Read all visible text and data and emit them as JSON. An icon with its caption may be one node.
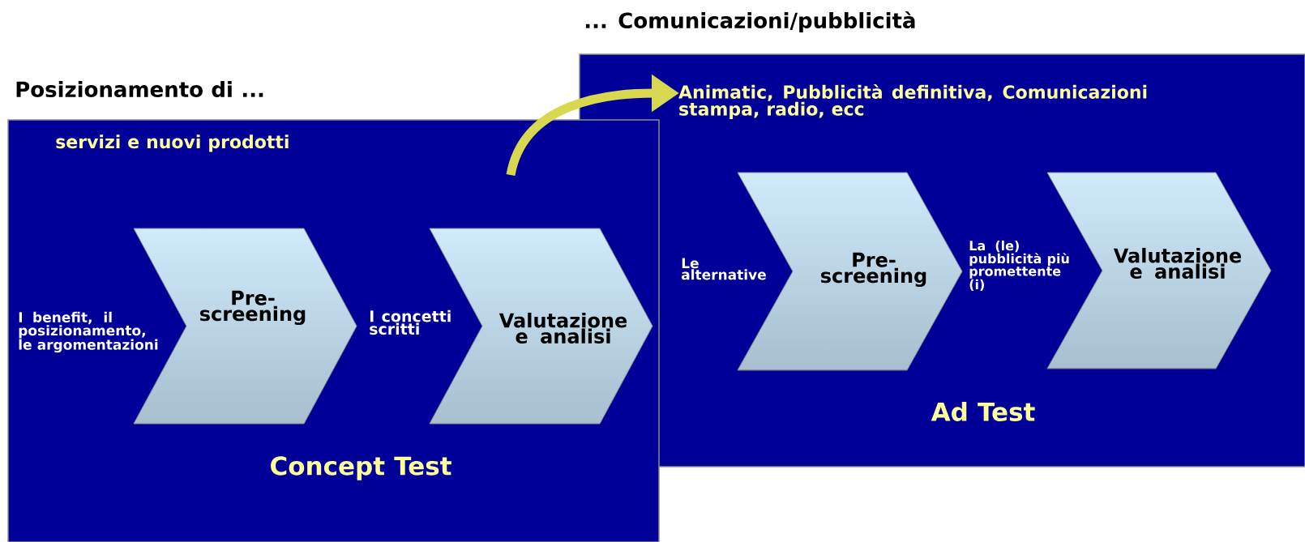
{
  "diagram": {
    "nodes": [
      {
        "text": [
          "Posizionamento di ...",
          "servizi e nuovi prodotti",
          "Concept Test"
        ]
      },
      {
        "text": [
          "Pre-screening"
        ],
        "in": 0
      },
      {
        "text": [
          "Valutazione e analisi"
        ],
        "in": 0
      },
      {
        "text": [
          "... Comunicazioni/pubblicità",
          "Ad Test"
        ]
      },
      {
        "text": [
          "Animatic, Pubblicità definitiva, Comunicazioni stampa, radio, ecc"
        ],
        "in": 3
      },
      {
        "text": [
          "Pre-screening"
        ],
        "in": 3
      },
      {
        "text": [
          "Valutazione e analisi"
        ],
        "in": 3
      }
    ],
    "edges": [
      {
        "from": null,
        "to": 4,
        "arrow": "to"
      }
    ],
    "labels": [
      "I benefit, il posizionamento, le argomentazioni",
      "I concetti scritti",
      "Le alternative",
      "La (le) pubblicità più promettente (i)"
    ]
  }
}
